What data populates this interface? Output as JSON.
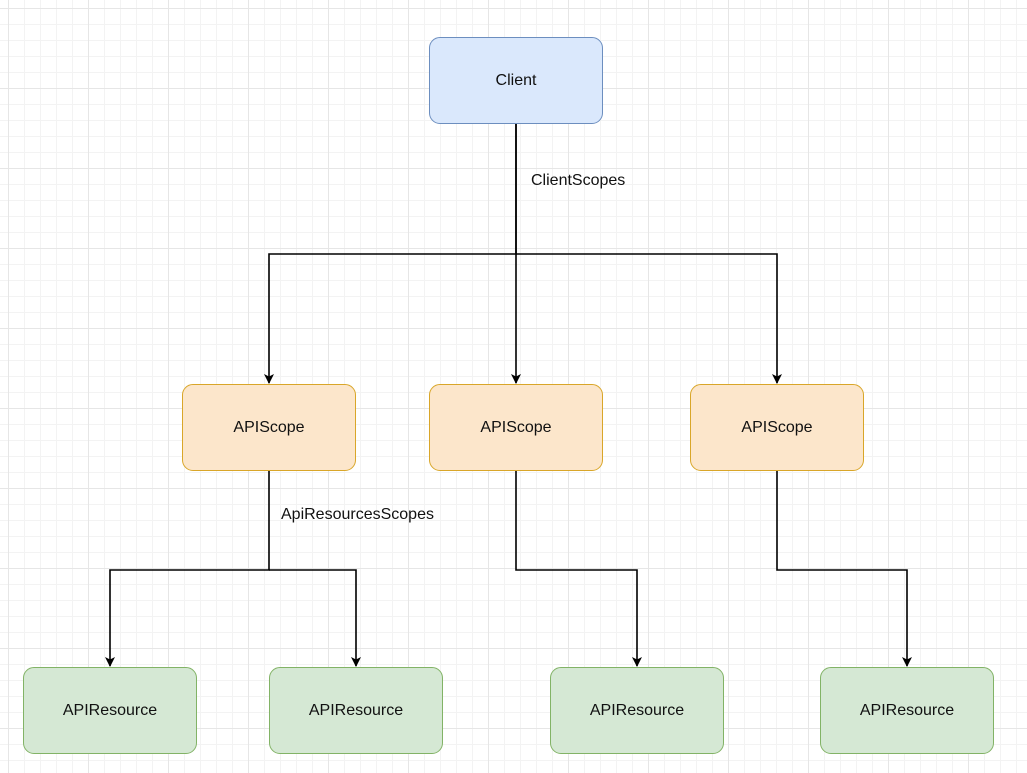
{
  "diagram": {
    "client": {
      "label": "Client"
    },
    "edge_labels": {
      "client_scopes": "ClientScopes",
      "api_resources_scopes": "ApiResourcesScopes"
    },
    "scopes": [
      {
        "label": "APIScope"
      },
      {
        "label": "APIScope"
      },
      {
        "label": "APIScope"
      }
    ],
    "resources": [
      {
        "label": "APIResource"
      },
      {
        "label": "APIResource"
      },
      {
        "label": "APIResource"
      },
      {
        "label": "APIResource"
      }
    ],
    "colors": {
      "client_fill": "#dae8fc",
      "client_stroke": "#6c8ebf",
      "scope_fill": "#fce6cb",
      "scope_stroke": "#d9a629",
      "resource_fill": "#d5e8d4",
      "resource_stroke": "#82b366",
      "edge": "#000000"
    },
    "icons": [
      "arrowhead-icon"
    ]
  }
}
